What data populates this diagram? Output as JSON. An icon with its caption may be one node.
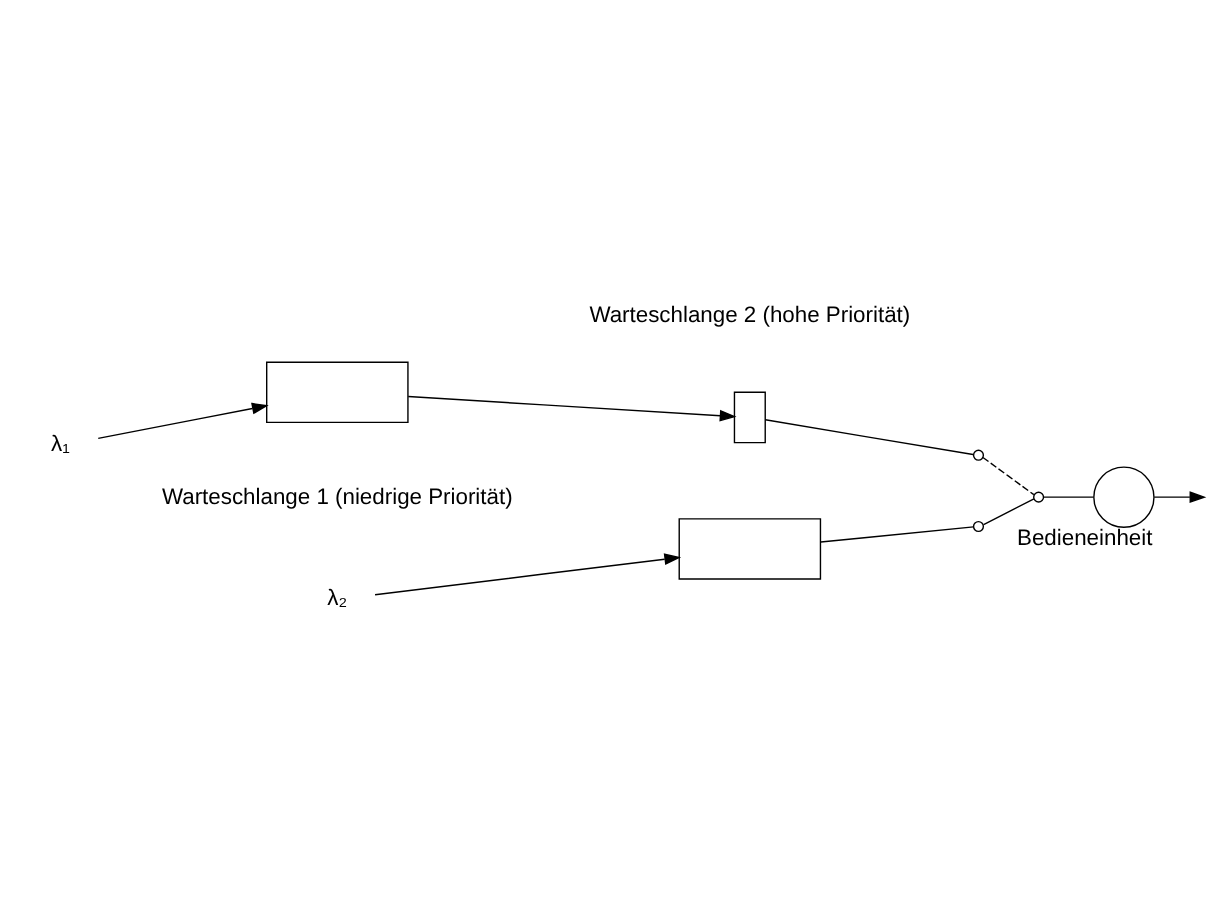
{
  "diagram": {
    "nodes": [
      {
        "text": [
          "λ₁"
        ]
      },
      {
        "text": [],
        "shape": "box"
      },
      {
        "text": [],
        "shape": "box"
      },
      {
        "text": [],
        "shape": "circle"
      },
      {
        "text": [
          "λ₂"
        ]
      },
      {
        "text": [],
        "shape": "box"
      },
      {
        "text": [],
        "shape": "circle"
      },
      {
        "text": [],
        "shape": "circle"
      },
      {
        "text": [],
        "shape": "circle",
        "beside": [
          "Bedieneinheit"
        ]
      }
    ],
    "edges": [
      {
        "from": 0,
        "to": 1,
        "arrow": "to"
      },
      {
        "from": 1,
        "to": 2,
        "arrow": "to"
      },
      {
        "from": 2,
        "to": 3,
        "arrow": "none"
      },
      {
        "from": 3,
        "to": 7,
        "arrow": "none",
        "style": "dashed"
      },
      {
        "from": 4,
        "to": 5,
        "arrow": "to"
      },
      {
        "from": 5,
        "to": 6,
        "arrow": "none"
      },
      {
        "from": 6,
        "to": 7,
        "arrow": "none"
      },
      {
        "from": 7,
        "to": 8,
        "arrow": "none"
      },
      {
        "from": 8,
        "to": null,
        "arrow": "to"
      }
    ],
    "labels": [
      "Warteschlange 1 (niedrige Priorität)",
      "Warteschlange 2 (hohe Priorität)"
    ]
  }
}
